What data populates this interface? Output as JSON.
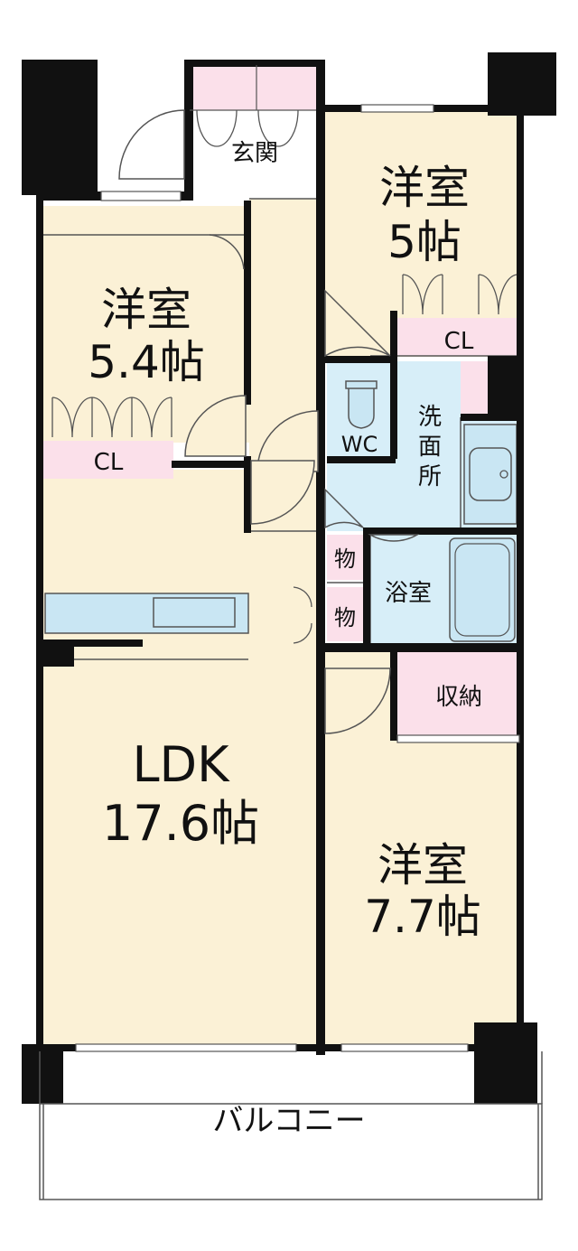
{
  "floorplan": {
    "rooms": {
      "entrance": {
        "name": "玄関"
      },
      "bedroom_north_east": {
        "name": "洋室",
        "size": "5帖"
      },
      "bedroom_west": {
        "name": "洋室",
        "size": "5.4帖"
      },
      "ldk": {
        "name": "LDK",
        "size": "17.6帖"
      },
      "bedroom_south_east": {
        "name": "洋室",
        "size": "7.7帖"
      },
      "washroom": {
        "name": "洗面所",
        "lines": [
          "洗",
          "面",
          "所"
        ]
      },
      "toilet": {
        "name": "WC"
      },
      "bathroom": {
        "name": "浴室"
      },
      "storage_small_1": {
        "name": "物"
      },
      "storage_small_2": {
        "name": "物"
      },
      "storage": {
        "name": "収納"
      },
      "closet_west": {
        "name": "CL"
      },
      "closet_north_east": {
        "name": "CL"
      },
      "balcony": {
        "name": "バルコニー"
      }
    },
    "colors": {
      "room_beige": "#fbf1d6",
      "wet_area_blue": "#d7eef8",
      "storage_pink": "#fbe0ea",
      "wall_black": "#111111",
      "fixture_blue": "#c9e6f3",
      "line_gray": "#555555"
    }
  }
}
